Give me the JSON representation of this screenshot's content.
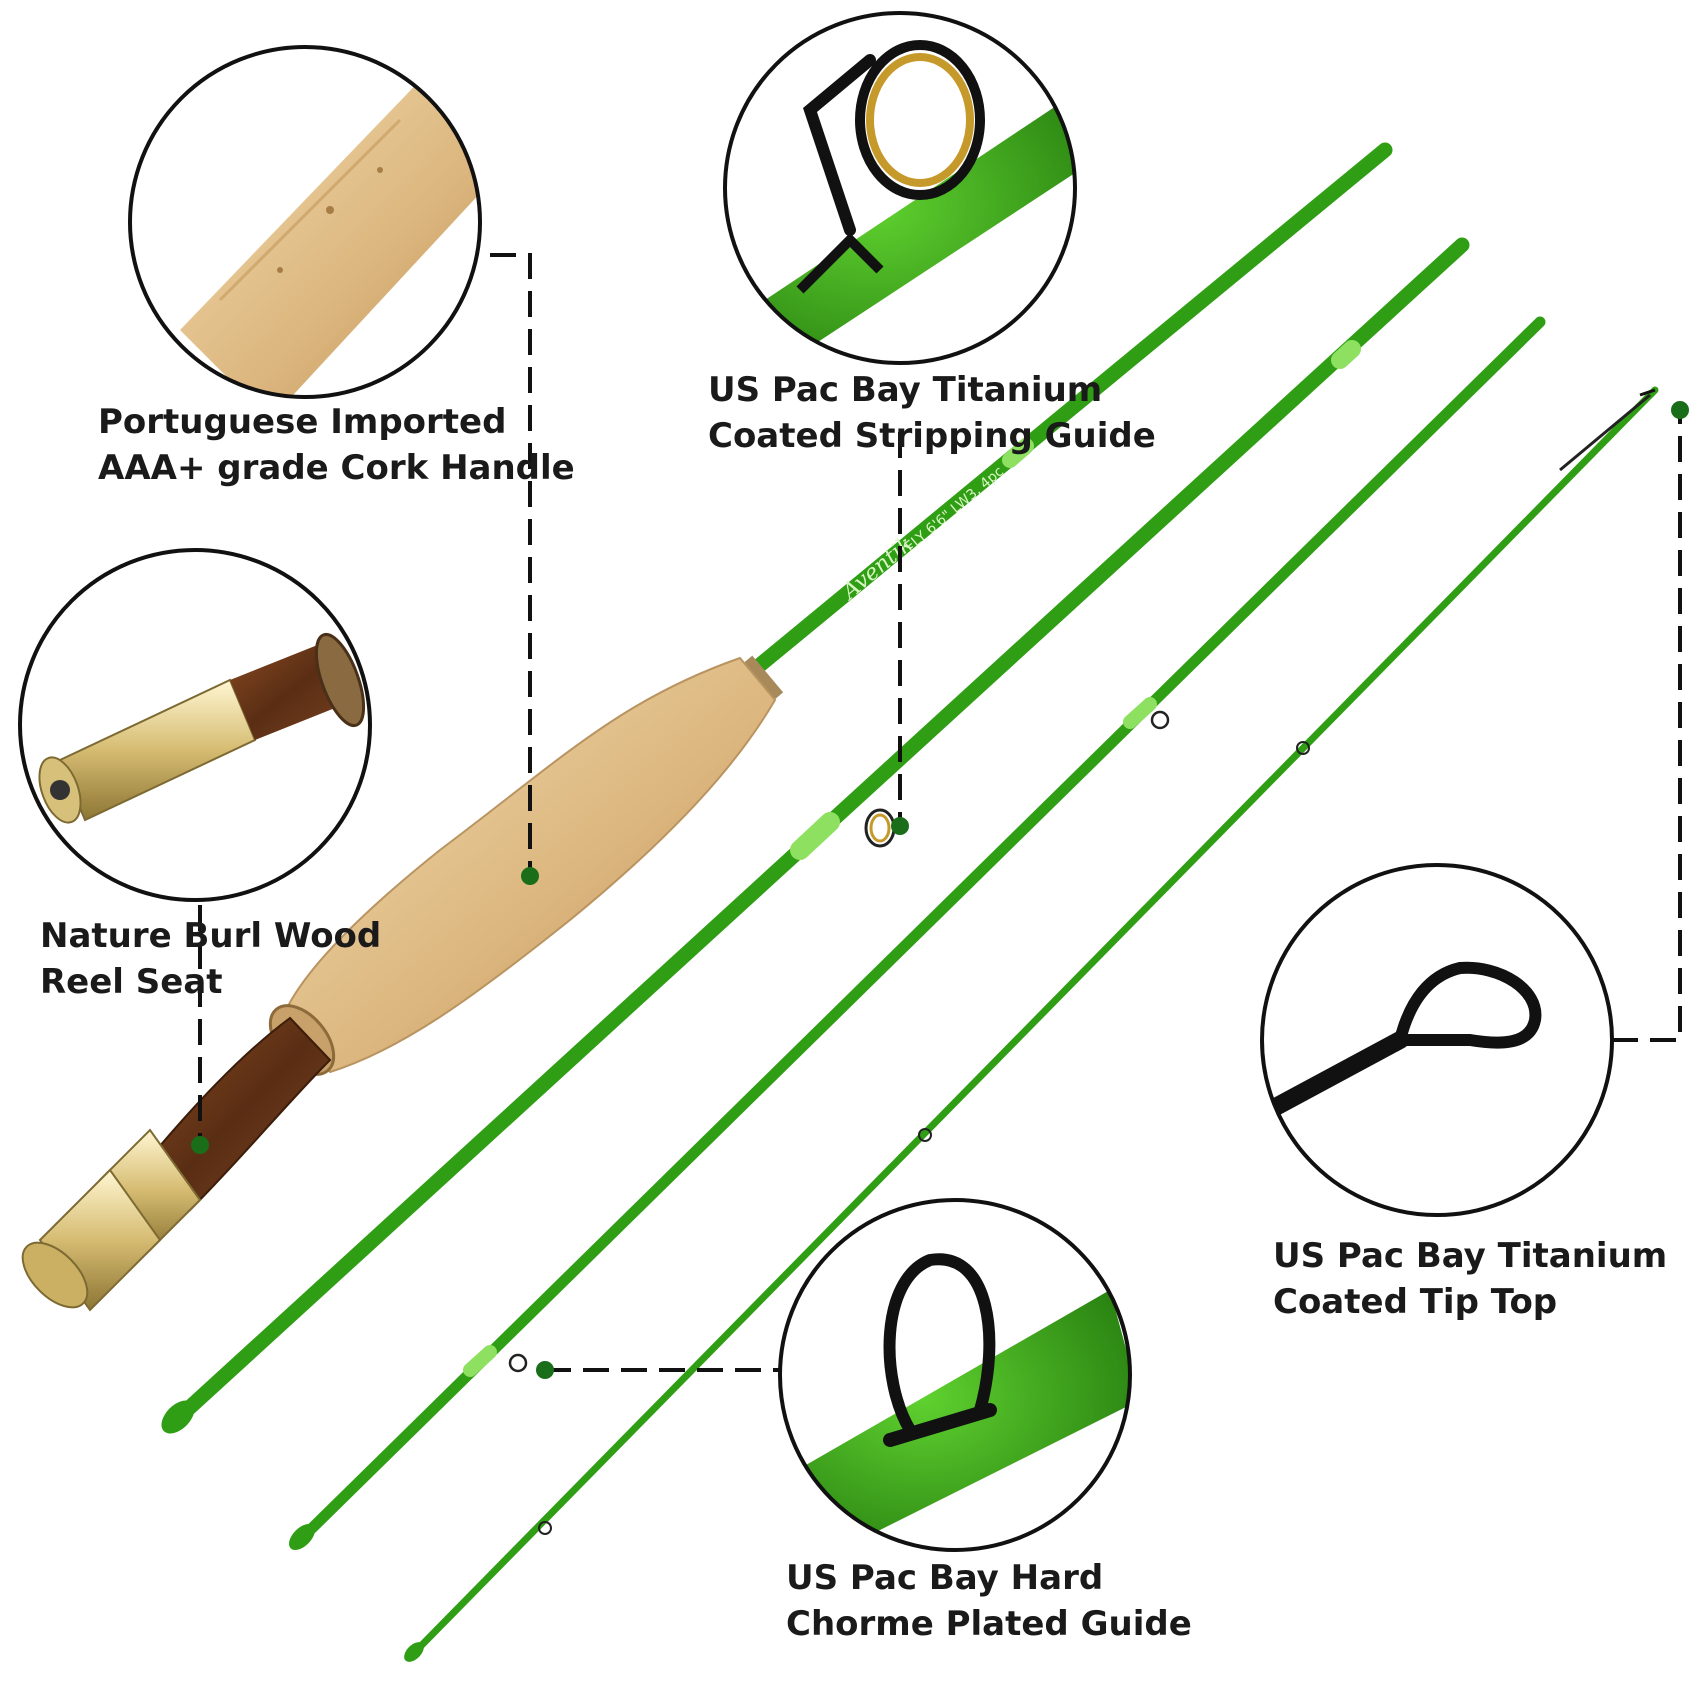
{
  "product": {
    "rod_color": "#2f9e14",
    "rod_highlight": "#6fd83a",
    "cork_color": "#d8b37c",
    "burl_color": "#6b3a1c",
    "fitting_color": "#d9c27a",
    "marker_color": "#1a6e1a",
    "leader_line_color": "#111111",
    "blank_brand_text": "Aventik",
    "blank_spec_text": "FLY 6'6\" LW3, 4pc"
  },
  "callouts": [
    {
      "id": "cork-handle",
      "icon": "cork-grip-closeup",
      "line1": "Portuguese Imported",
      "line2": "AAA+ grade Cork Handle"
    },
    {
      "id": "reel-seat",
      "icon": "reel-seat-closeup",
      "line1": "Nature Burl Wood",
      "line2": "Reel Seat"
    },
    {
      "id": "stripping-guide",
      "icon": "stripping-guide-closeup",
      "line1": "US Pac Bay Titanium",
      "line2": "Coated Stripping Guide"
    },
    {
      "id": "tip-top",
      "icon": "tip-top-closeup",
      "line1": "US Pac Bay Titanium",
      "line2": "Coated Tip Top"
    },
    {
      "id": "snake-guide",
      "icon": "snake-guide-closeup",
      "line1": "US Pac Bay Hard",
      "line2": "Chorme Plated Guide"
    }
  ]
}
